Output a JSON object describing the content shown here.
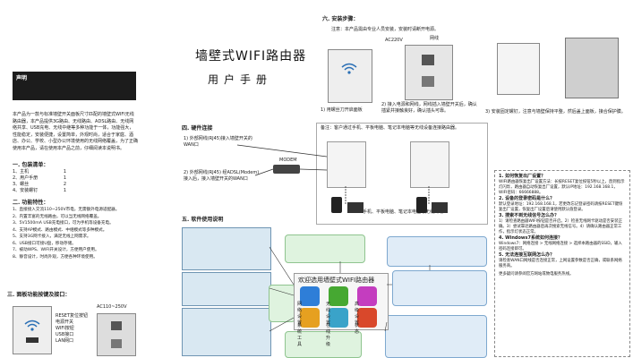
{
  "title": {
    "main": "墙壁式WIFI路由器",
    "sub": "用户手册"
  },
  "declaration": {
    "heading": "声明"
  },
  "intro": {
    "text": "本产品为一款与标准墙壁开关面板尺寸匹配的墙壁式WIFI无线路由器，本产品提供3G路由、无线路由、ADSL路由、无线网络共享、USB充电、无线中继等多种功能于一体，功能强大，性能稳定，安装便捷，设置简单，外观时尚，适合于家庭、酒店、办公、学校、小型办公环境使用的无线网络覆盖，为了正确使用本产品，请在使用本产品之前，仔细阅读本说明书。"
  },
  "box": {
    "heading": "一. 包装清单：",
    "items": [
      {
        "n": "1、主机",
        "q": "1"
      },
      {
        "n": "2、用户手册",
        "q": "1"
      },
      {
        "n": "3、螺丝",
        "q": "2"
      },
      {
        "n": "4、安装螺钉",
        "q": "1"
      }
    ]
  },
  "features": {
    "heading": "二. 功能特性：",
    "items": [
      "1、直接接入交流110~250V市电，无需额外电源适配器。",
      "2、内置丰富的无线路由，可以当无线网络覆盖。",
      "3、5V1500mA USB充电接口，可为手机等设备充电。",
      "4、支持AP模式、路由模式、中继模式等多种模式。",
      "5、支持3G网卡接入，满足无线上网需求。",
      "6、USB接口可接U盘，移动存储。",
      "7、被动WPS、WIFI开关设计，方便用户使用。",
      "8、静音设计，时尚外观，方便各种环境使用。"
    ]
  },
  "panel": {
    "heading": "三. 面板功能按键及接口：",
    "labels": [
      "RESET复位按钮",
      "电源开关",
      "WIFI按钮",
      "USB接口",
      "LAN网口"
    ],
    "back_label": "AC110~250V"
  },
  "hardware": {
    "heading": "四. 硬件连接",
    "step1": "1) 外部网线(RJ45)接入墙壁开关的WAN口",
    "step2": "2) 外部网线(RJ45) 经ADSL(Modem)接入后，接入墙壁开关的WAN口",
    "modem": "MODEM",
    "note": "备注：客户通过手机、平板电脑、笔记本电脑等无线设备连接路由器。",
    "devices": "手机、平板电脑、笔记本电脑等无线终端"
  },
  "software": {
    "heading": "五. 软件使用说明",
    "welcome": "欢迎选用墙壁式WIFI路由器",
    "apps": [
      "网络设置",
      "无线设置",
      "高级设置",
      "系统工具",
      "在线升级",
      "状态"
    ]
  },
  "install": {
    "heading": "六. 安装步骤：",
    "note": "注意：本产品需由专业人员安装，安装时请断开电源。",
    "label_power": "AC220V",
    "label_net": "网线",
    "steps": [
      "1) 用螺丝刀开启面板",
      "2) 接入电源和网线，网线插入墙壁开关后，确认插紧并接触良好，确认插头可靠。",
      "3) 安装固定螺钉，注意与墙壁保持平整，然后盖上面板，接合保护膜。"
    ]
  },
  "faq": {
    "items": [
      {
        "q": "1. 如何恢复出厂设置？",
        "a": "WIFI路由器恢复出厂设置方法：长按RESET复位按钮5秒以上，直到指示灯闪烁，路由器自动恢复出厂设置，默认IP地址：192.168.168.1，WIFI密码：66666888。"
      },
      {
        "q": "2. 设备的登录密码是什么？",
        "a": "默认登录地址：192.168.168.1，若更改忘记登录密码请按RESET键恢复出厂设置，恢复出厂设置后请使用默认值登录。"
      },
      {
        "q": "3. 搜索不到无线信号怎么办？",
        "a": "1）请检查路由器WIFI按钮是否开启。2）检查无线网卡驱动是否安装正确。3）尝试靠近路由器后再次搜索无线信号。4）请确认路由器正常工作，指示灯状态正常。"
      },
      {
        "q": "4. Windows7系统如何连接？",
        "a": "Windows7：网络连接 > 无线网络连接 > 选择本路由器的SSID，输入密码连接即可。"
      },
      {
        "q": "5. 无法连接互联网怎么办？",
        "a": "请检查WAN口网线是否连接正常，上网设置参数是否正确，或联系网络服务商。"
      }
    ],
    "footer": "更多疑问请参阅官方网站或致电服务热线。"
  },
  "colors": {
    "dark": "#1c1c1c",
    "green": "#8fc48f",
    "blue": "#7ea8cf",
    "wifi": "#2a6fb5"
  }
}
